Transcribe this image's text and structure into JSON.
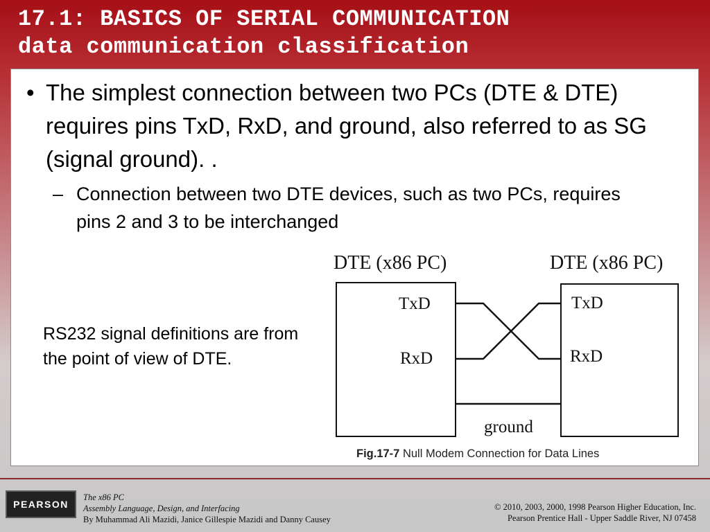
{
  "slide": {
    "title_line1": "17.1: BASICS OF SERIAL COMMUNICATION",
    "title_line2": "data communication classification",
    "bullet_symbol": "•",
    "bullet_text": "The simplest connection between two PCs (DTE & DTE) requires pins TxD, RxD, and ground, also referred to as SG (signal ground). .",
    "sub_symbol": "–",
    "sub_text": "Connection between two DTE devices, such as two PCs, requires pins 2 and 3 to be interchanged",
    "side_note": "RS232 signal definitions are from the point of view of DTE."
  },
  "figure": {
    "left_device": "DTE (x86 PC)",
    "right_device": "DTE (x86 PC)",
    "left_pin_top": "TxD",
    "left_pin_bottom": "RxD",
    "right_pin_top": "TxD",
    "right_pin_bottom": "RxD",
    "ground_label": "ground",
    "caption_bold": "Fig.17-7",
    "caption_text": " Null Modem Connection for Data Lines"
  },
  "footer": {
    "logo_text": "PEARSON",
    "book_title": "The x86 PC",
    "book_subtitle": "Assembly Language, Design, and Interfacing",
    "book_authors": "By Muhammad Ali Mazidi, Janice Gillespie Mazidi and Danny Causey",
    "copyright_line1": "© 2010, 2003, 2000, 1998 Pearson Higher Education, Inc.",
    "copyright_line2": "Pearson Prentice Hall - Upper Saddle River, NJ 07458"
  },
  "colors": {
    "title_bar": "#a60f16",
    "title_text": "#ffffff",
    "content_bg": "#ffffff"
  }
}
